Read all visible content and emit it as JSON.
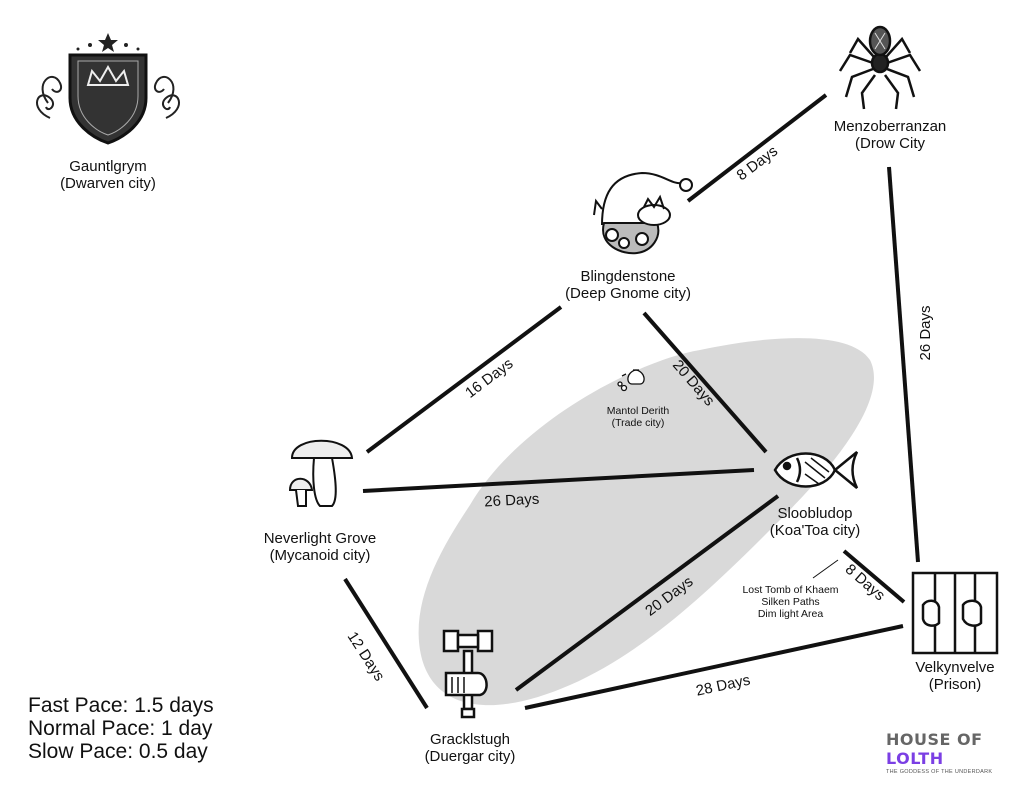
{
  "cities": [
    {
      "id": "gauntlgrym",
      "name": "Gauntlgrym",
      "subtitle": "(Dwarven city)",
      "icon": "crest-icon"
    },
    {
      "id": "menzoberranzan",
      "name": "Menzoberranzan",
      "subtitle": "(Drow City",
      "icon": "spider-icon"
    },
    {
      "id": "blingdenstone",
      "name": "Blingdenstone",
      "subtitle": "(Deep Gnome city)",
      "icon": "gnome-icon"
    },
    {
      "id": "neverlight",
      "name": "Neverlight Grove",
      "subtitle": "(Mycanoid city)",
      "icon": "mushroom-icon"
    },
    {
      "id": "sloobludop",
      "name": "Sloobludop",
      "subtitle": "(Koa'Toa city)",
      "icon": "fish-icon"
    },
    {
      "id": "velkynvelve",
      "name": "Velkynvelve",
      "subtitle": "(Prison)",
      "icon": "prison-bars-icon"
    },
    {
      "id": "gracklstugh",
      "name": "Gracklstugh",
      "subtitle": "(Duergar city)",
      "icon": "hammer-fist-icon"
    }
  ],
  "minor_locations": [
    {
      "id": "mantol",
      "name": "Mantol Derith",
      "subtitle": "(Trade city)",
      "icon": "money-bag-icon"
    },
    {
      "id": "lost_tomb",
      "lines": [
        "Lost Tomb of Khaem",
        "Silken Paths",
        "Dim light Area"
      ]
    }
  ],
  "routes": [
    {
      "from": "blingdenstone",
      "to": "menzoberranzan",
      "label": "8 Days"
    },
    {
      "from": "menzoberranzan",
      "to": "velkynvelve",
      "label": "26 Days"
    },
    {
      "from": "blingdenstone",
      "to": "neverlight",
      "label": "16 Days"
    },
    {
      "from": "blingdenstone",
      "to": "sloobludop",
      "label": "20 Days"
    },
    {
      "from": "neverlight",
      "to": "sloobludop",
      "label": "26 Days"
    },
    {
      "from": "neverlight",
      "to": "gracklstugh",
      "label": "12 Days"
    },
    {
      "from": "sloobludop",
      "to": "gracklstugh",
      "label": "20 Days"
    },
    {
      "from": "sloobludop",
      "to": "velkynvelve",
      "label": "8 Days"
    },
    {
      "from": "gracklstugh",
      "to": "velkynvelve",
      "label": "28 Days"
    }
  ],
  "legend": {
    "fast": "Fast Pace: 1.5 days",
    "normal": "Normal Pace: 1 day",
    "slow": "Slow Pace: 0.5 day"
  },
  "brand": {
    "part1": "HOUSE OF ",
    "part2": "LOLTH",
    "tagline": "THE GODDESS OF THE UNDERDARK",
    "accent_color": "#7b3fe4"
  },
  "region": {
    "name": "dim-light-area",
    "fill": "#d9d9d9"
  }
}
